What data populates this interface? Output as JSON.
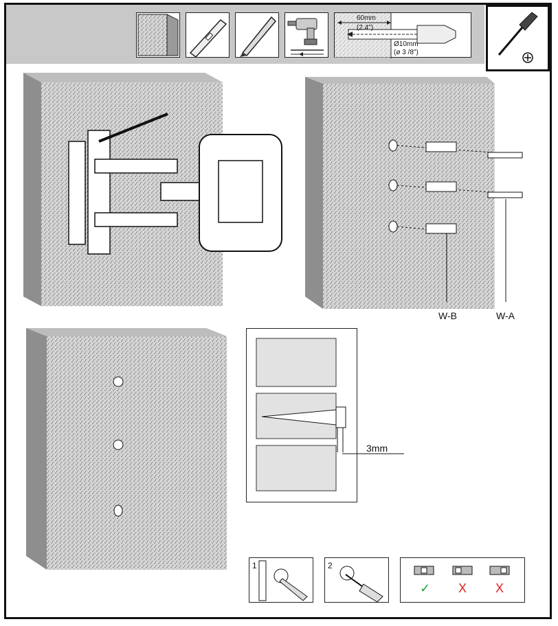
{
  "tools": {
    "drill_depth_mm": "60mm",
    "drill_depth_in": "(2.4\")",
    "drill_diameter_mm": "Ø10mm",
    "drill_diameter_in": "(ø 3 /8\")"
  },
  "step2": {
    "label_wb": "W-B",
    "label_wa": "W-A"
  },
  "detail": {
    "gap_label": "3mm"
  },
  "substeps": {
    "step1_number": "1",
    "step2_number": "2"
  },
  "check": {
    "ok_mark": "✓",
    "bad_mark_1": "X",
    "bad_mark_2": "X",
    "ok_color": "#21a33a",
    "bad_color": "#e02020"
  }
}
